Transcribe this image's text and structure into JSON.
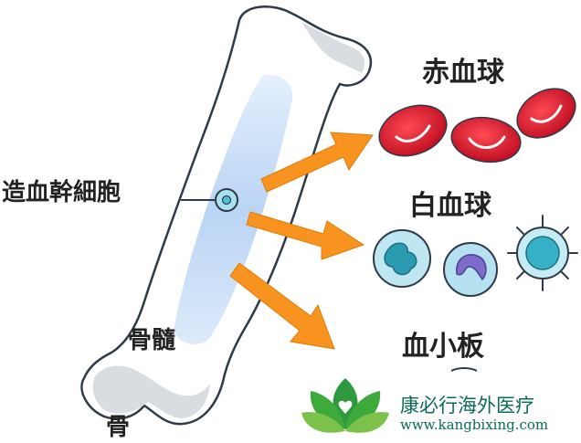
{
  "labels": {
    "stem_cell": "造血幹細胞",
    "marrow": "骨髓",
    "bone": "骨",
    "red_blood_cells": "赤血球",
    "white_blood_cells": "白血球",
    "platelets": "血小板"
  },
  "watermark": {
    "name": "康必行海外医疗",
    "url": "www.kangbixing.com"
  },
  "colors": {
    "arrow": "#f7931e",
    "red_cell": "#d7192b",
    "marrow": "#bcd6f5",
    "logo_green": "#2e9a3f",
    "watermark_text": "#0a6a57"
  },
  "icons": [
    "stem-cell-icon",
    "red-blood-cell-icon",
    "white-blood-cell-icon",
    "logo-lotus-icon"
  ]
}
